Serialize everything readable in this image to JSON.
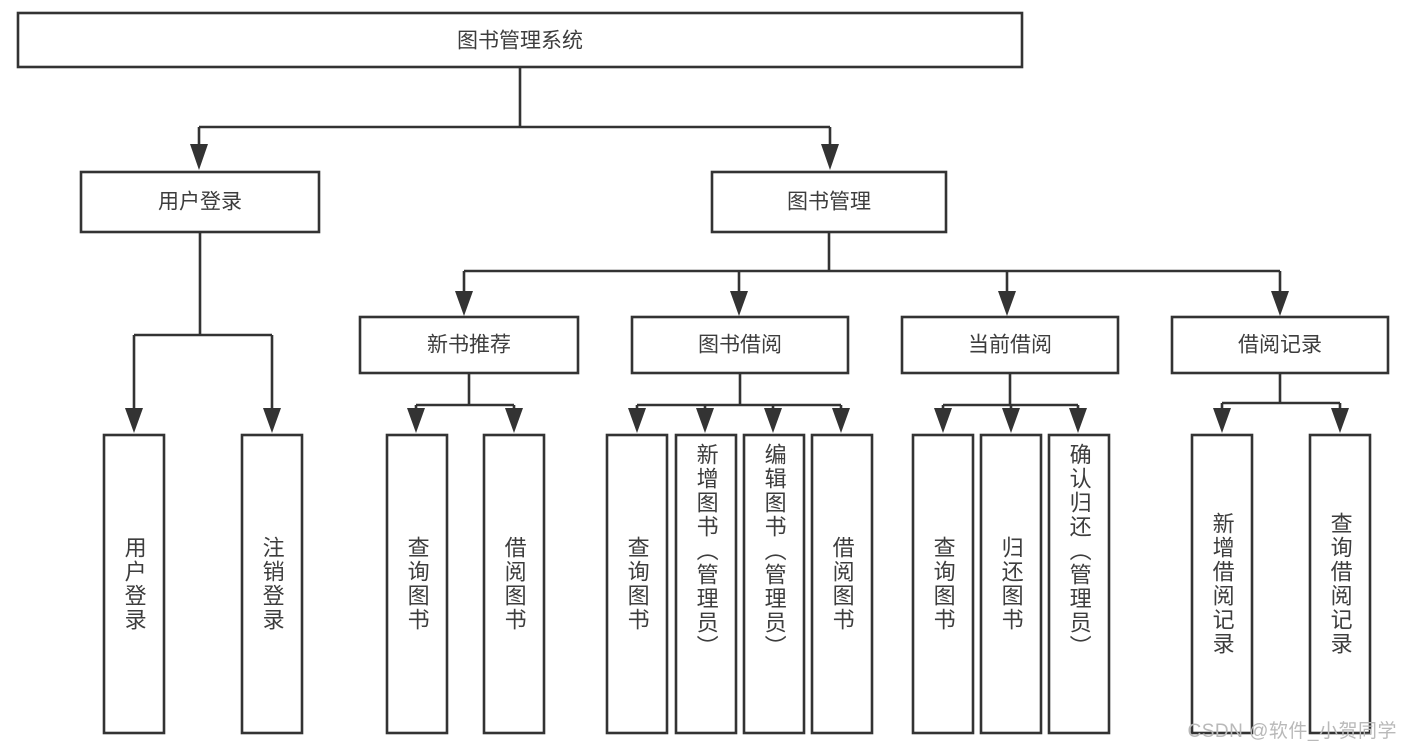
{
  "diagram": {
    "type": "tree-hierarchy",
    "title": "图书管理系统",
    "watermark": "CSDN @软件_小贺同学",
    "colors": {
      "border": "#333333",
      "text": "#3d3d3d",
      "background": "#ffffff",
      "watermark": "#b9b9b9"
    },
    "root": {
      "label": "图书管理系统"
    },
    "level2": [
      {
        "label": "用户登录"
      },
      {
        "label": "图书管理"
      }
    ],
    "level3": [
      {
        "label": "新书推荐"
      },
      {
        "label": "图书借阅"
      },
      {
        "label": "当前借阅"
      },
      {
        "label": "借阅记录"
      }
    ],
    "leaves": {
      "user_login": [
        {
          "label": "用户登录"
        },
        {
          "label": "注销登录"
        }
      ],
      "new_book_recommend": [
        {
          "label": "查询图书"
        },
        {
          "label": "借阅图书"
        }
      ],
      "book_borrow": [
        {
          "label": "查询图书"
        },
        {
          "label": "新增图书（管理员）"
        },
        {
          "label": "编辑图书（管理员）"
        },
        {
          "label": "借阅图书"
        }
      ],
      "current_borrow": [
        {
          "label": "查询图书"
        },
        {
          "label": "归还图书"
        },
        {
          "label": "确认归还（管理员）"
        }
      ],
      "borrow_record": [
        {
          "label": "新增借阅记录"
        },
        {
          "label": "查询借阅记录"
        }
      ]
    }
  }
}
